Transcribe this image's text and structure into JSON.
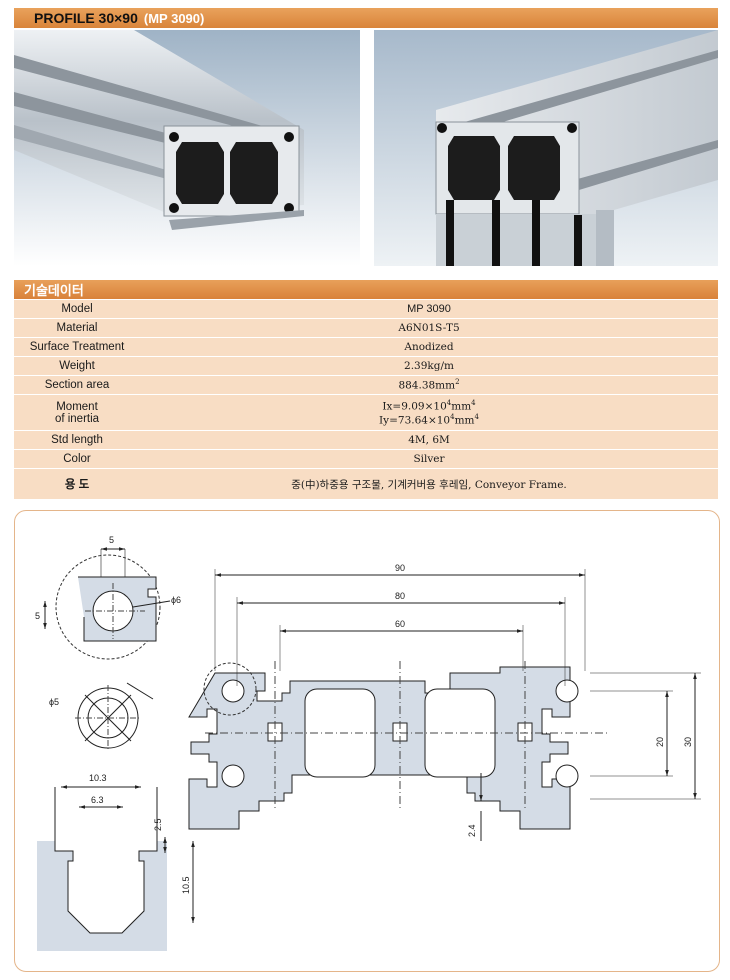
{
  "header": {
    "title": "PROFILE 30×90",
    "model_code": "(MP 3090)"
  },
  "specs_heading": "기술데이터",
  "specs": {
    "model": {
      "label": "Model",
      "value": "MP 3090"
    },
    "material": {
      "label": "Material",
      "value": "A6N01S-T5"
    },
    "surface": {
      "label": "Surface Treatment",
      "value": "Anodized"
    },
    "weight": {
      "label": "Weight",
      "value": "2.39kg/m"
    },
    "section": {
      "label": "Section area",
      "value": "884.38mm",
      "unit_sup": "2"
    },
    "inertia": {
      "label_line1": "Moment",
      "label_line2": "of inertia",
      "ix": "Ix=9.09×10",
      "ix_exp": "4",
      "ix_unit": "mm",
      "ix_unit_exp": "4",
      "iy": "Iy=73.64×10",
      "iy_exp": "4",
      "iy_unit": "mm",
      "iy_unit_exp": "4"
    },
    "length": {
      "label": "Std length",
      "value": "4M, 6M"
    },
    "color": {
      "label": "Color",
      "value": "Silver"
    },
    "usage": {
      "label": "용  도",
      "value": "중(中)하중용 구조물, 기계커버용 후레임, Conveyor Frame."
    }
  },
  "drawing": {
    "dims": {
      "d5_top": "5",
      "d5_side": "5",
      "phi6": "ϕ6",
      "phi5": "ϕ5",
      "d10_3": "10.3",
      "d6_3": "6.3",
      "d2_5": "2.5",
      "d10_5": "10.5",
      "d90": "90",
      "d80": "80",
      "d60": "60",
      "d20": "20",
      "d30": "30",
      "d2_4": "2.4"
    }
  },
  "colors": {
    "accent": "#d9843a",
    "table_bg": "#f8ddc4",
    "profile_fill": "#d4dce6"
  }
}
